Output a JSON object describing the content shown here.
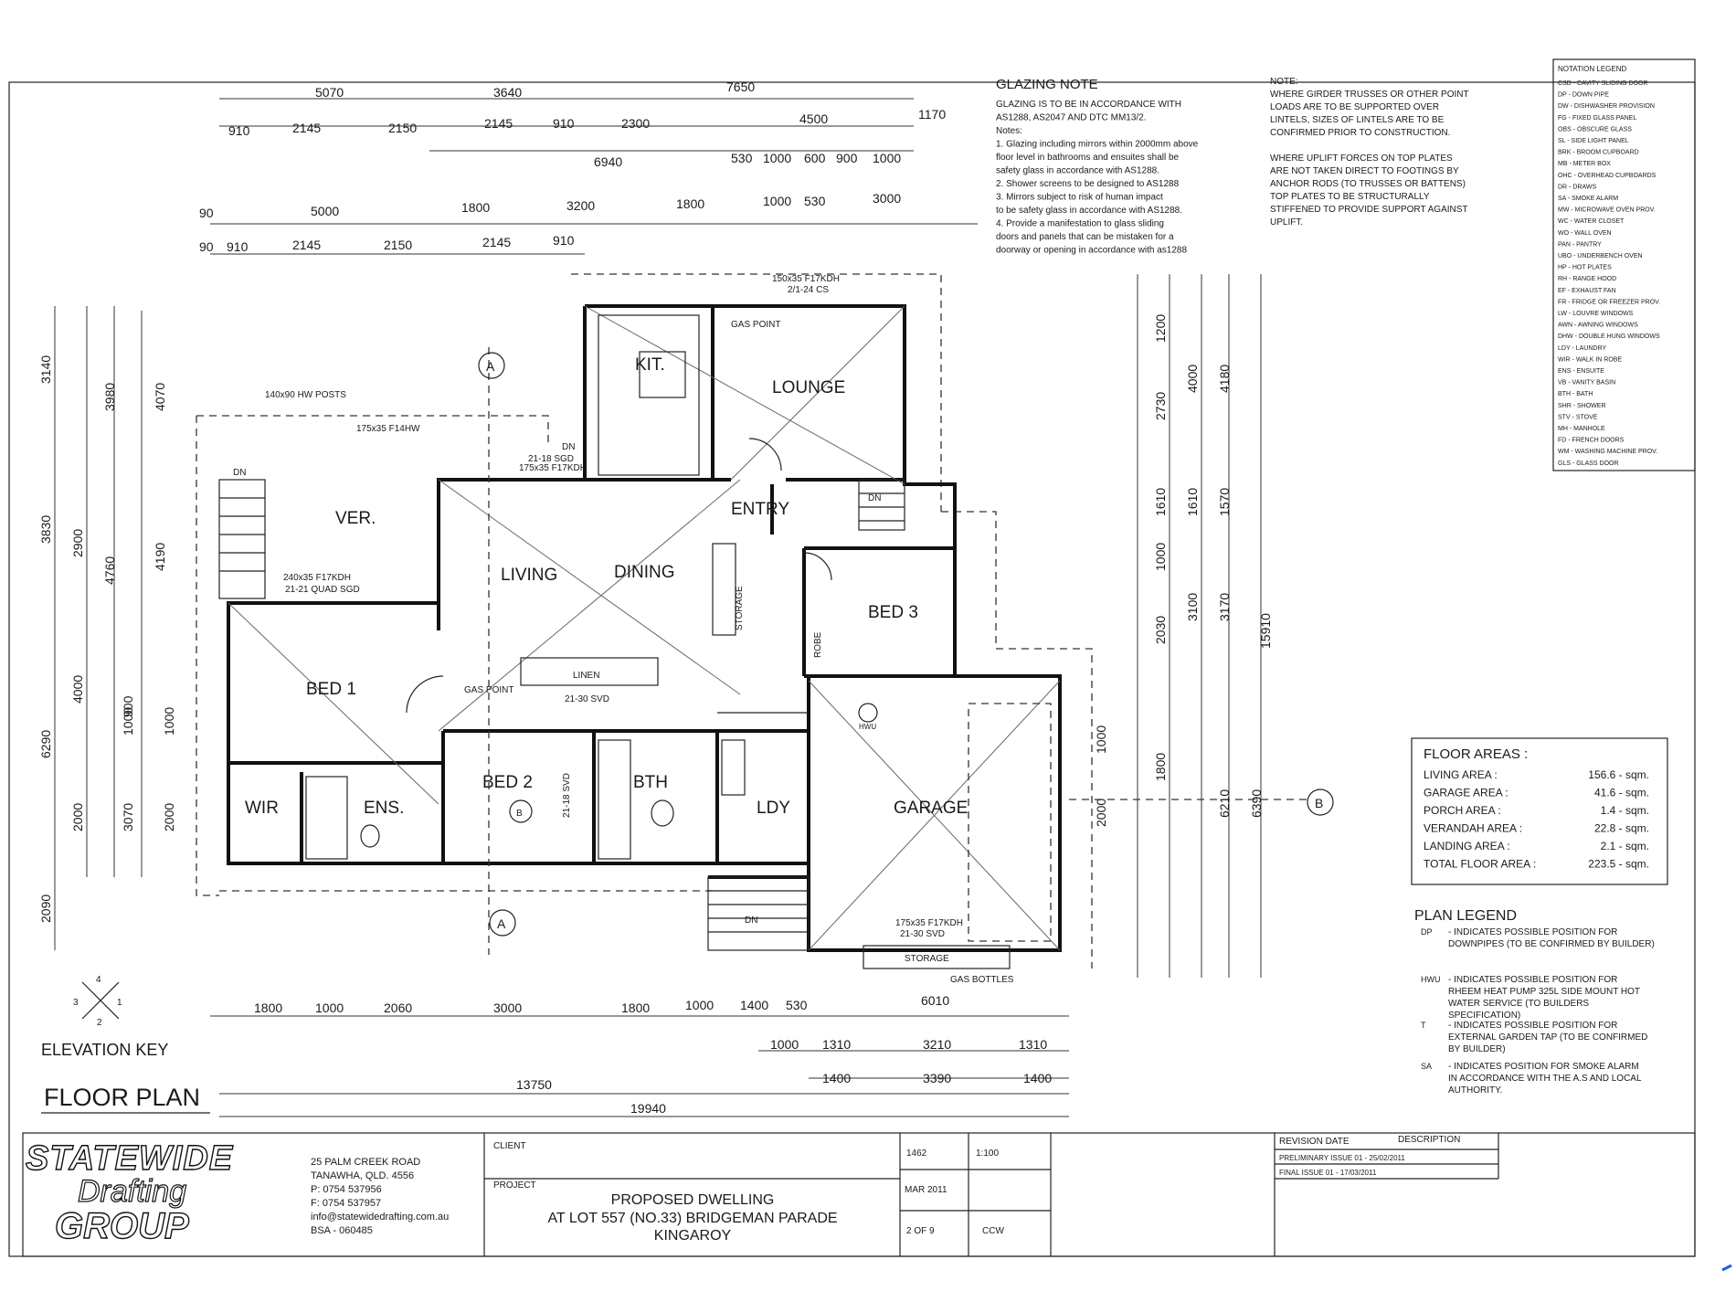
{
  "sheet_title": "FLOOR PLAN",
  "elevation_key": {
    "label": "ELEVATION KEY",
    "n1": "1",
    "n2": "2",
    "n3": "3",
    "n4": "4"
  },
  "rooms": {
    "lounge": "LOUNGE",
    "kit": "KIT.",
    "entry": "ENTRY",
    "living": "LIVING",
    "dining": "DINING",
    "ver": "VER.",
    "bed1": "BED 1",
    "bed2": "BED 2",
    "bed3": "BED 3",
    "garage": "GARAGE",
    "wir": "WIR",
    "ens": "ENS.",
    "bth": "BTH",
    "ldy": "LDY",
    "linen": "LINEN",
    "storage": "STORAGE",
    "storage_v": "STORAGE",
    "robe": "ROBE",
    "gas_point": "GAS POINT",
    "gas_point2": "GAS POINT",
    "gas_bottles": "GAS BOTTLES",
    "dn": "DN",
    "dn2": "DN",
    "dn3": "DN",
    "dn4": "DN",
    "section_a": "A",
    "section_b": "B"
  },
  "annotations": {
    "posts": "140x90 HW POSTS",
    "beam1": "175x35 F14HW",
    "door1": "21-18 SGD",
    "door1b": "175x35 F17KDH",
    "top_lintel": "150x35 F17KDH",
    "top_lintel2": "2/1-24 CS",
    "living_lintel": "240x35 F17KDH",
    "living_door": "21-21 QUAD SGD",
    "linen_door": "21-30 SVD",
    "window_bed2": "21-18 SVD",
    "garage_door": "21-30 SVD",
    "garage_lintel": "175x35 F17KDH",
    "hwu_label": "HWU"
  },
  "dims_top": {
    "row1": [
      "5070",
      "3640",
      "7650"
    ],
    "row2": [
      "910",
      "2145",
      "2150",
      "2145",
      "910",
      "2300",
      "4500",
      "1170"
    ],
    "row2b": [
      "6940",
      "530",
      "1000",
      "600",
      "900",
      "1000"
    ],
    "row3": [
      "90",
      "5000",
      "1800",
      "3200",
      "1800",
      "1000",
      "530",
      "3000"
    ],
    "row4": [
      "90",
      "910",
      "2145",
      "2150",
      "2145",
      "910"
    ]
  },
  "dims_bottom": {
    "row1": [
      "1800",
      "1000",
      "2060",
      "3000",
      "1800",
      "1000",
      "1400",
      "530",
      "6010"
    ],
    "row2": [
      "1000",
      "1310",
      "3210",
      "1310"
    ],
    "row3": [
      "1400",
      "3390",
      "1400"
    ],
    "overall1": "13750",
    "overall2": "19940"
  },
  "dims_left": {
    "a": [
      "3140",
      "3980",
      "4070"
    ],
    "b": [
      "3830",
      "2900",
      "4760",
      "4190"
    ],
    "c": [
      "6290",
      "4000",
      "1000",
      "900",
      "1000",
      "2000",
      "3070",
      "2000"
    ],
    "d": "2090"
  },
  "dims_right": {
    "a": [
      "1200",
      "2730",
      "4000",
      "4180"
    ],
    "b": [
      "1610",
      "1610",
      "1570"
    ],
    "c": [
      "1000",
      "2030",
      "3100",
      "3170"
    ],
    "d": [
      "15910",
      "6210",
      "6390",
      "1800",
      "1000",
      "2000"
    ]
  },
  "glazing_note": {
    "title": "GLAZING NOTE",
    "lines": [
      "GLAZING IS TO BE IN ACCORDANCE WITH",
      "AS1288, AS2047 AND DTC MM13/2.",
      "Notes:",
      "1. Glazing including mirrors within 2000mm above",
      "floor level in bathrooms and ensuites shall be",
      "safety glass in accordance with AS1288.",
      "2. Shower screens to be designed to AS1288",
      "3. Mirrors subject to risk of human impact",
      "to be safety glass in accordance with AS1288.",
      "4. Provide a manifestation to glass sliding",
      "doors and panels that can be mistaken for a",
      "doorway or opening in accordance with as1288"
    ]
  },
  "girder_note": {
    "title": "NOTE:",
    "lines": [
      "WHERE GIRDER TRUSSES OR OTHER POINT",
      "LOADS ARE TO BE SUPPORTED OVER",
      "LINTELS, SIZES OF LINTELS ARE TO BE",
      "CONFIRMED PRIOR TO CONSTRUCTION.",
      "",
      "WHERE UPLIFT FORCES ON TOP PLATES",
      "ARE NOT TAKEN DIRECT TO FOOTINGS BY",
      "ANCHOR RODS (TO TRUSSES OR BATTENS)",
      "TOP PLATES TO BE STRUCTURALLY",
      "STIFFENED TO PROVIDE SUPPORT AGAINST",
      "UPLIFT."
    ]
  },
  "notation_legend": {
    "title": "NOTATION LEGEND",
    "items": [
      "CSD - CAVITY SLIDING DOOR",
      "DP - DOWN PIPE",
      "DW - DISHWASHER PROVISION",
      "FG - FIXED GLASS PANEL",
      "OBS - OBSCURE GLASS",
      "SL - SIDE LIGHT PANEL",
      "BRK - BROOM CUPBOARD",
      "MB - METER BOX",
      "OHC - OVERHEAD CUPBOARDS",
      "DR - DRAWS",
      "SA - SMOKE ALARM",
      "MW - MICROWAVE OVEN PROV.",
      "WC - WATER CLOSET",
      "WO - WALL OVEN",
      "PAN - PANTRY",
      "UBO - UNDERBENCH OVEN",
      "HP - HOT PLATES",
      "RH - RANGE HOOD",
      "EF - EXHAUST FAN",
      "FR - FRIDGE OR FREEZER PROV.",
      "LW - LOUVRE WINDOWS",
      "AWN - AWNING WINDOWS",
      "DHW - DOUBLE HUNG WINDOWS",
      "LDY - LAUNDRY",
      "WIR - WALK IN ROBE",
      "ENS - ENSUITE",
      "VB - VANITY BASIN",
      "BTH - BATH",
      "SHR - SHOWER",
      "STV - STOVE",
      "MH - MANHOLE",
      "FD - FRENCH DOORS",
      "WM - WASHING MACHINE PROV.",
      "GLS - GLASS DOOR"
    ]
  },
  "floor_areas": {
    "title": "FLOOR AREAS :",
    "rows": [
      {
        "label": "LIVING AREA :",
        "value": "156.6 - sqm."
      },
      {
        "label": "GARAGE AREA :",
        "value": "41.6 - sqm."
      },
      {
        "label": "PORCH AREA :",
        "value": "1.4 - sqm."
      },
      {
        "label": "VERANDAH AREA :",
        "value": "22.8 - sqm."
      },
      {
        "label": "LANDING AREA :",
        "value": "2.1 - sqm."
      },
      {
        "label": "TOTAL FLOOR AREA :",
        "value": "223.5 - sqm."
      }
    ]
  },
  "plan_legend": {
    "title": "PLAN LEGEND",
    "items": [
      {
        "symbol": "DP",
        "text": "- INDICATES POSSIBLE POSITION FOR DOWNPIPES (TO BE CONFIRMED BY BUILDER)"
      },
      {
        "symbol": "HWU",
        "text": "- INDICATES POSSIBLE POSITION FOR RHEEM HEAT PUMP 325L SIDE MOUNT HOT WATER SERVICE (TO BUILDERS SPECIFICATION)"
      },
      {
        "symbol": "T",
        "text": "- INDICATES POSSIBLE POSITION FOR EXTERNAL GARDEN TAP (TO BE CONFIRMED BY BUILDER)"
      },
      {
        "symbol": "SA",
        "text": "- INDICATES POSITION FOR SMOKE ALARM IN ACCORDANCE WITH THE A.S AND LOCAL AUTHORITY."
      }
    ]
  },
  "title_block": {
    "company_line1": "STATEWIDE",
    "company_line2": "Drafting",
    "company_line3": "GROUP",
    "address": [
      "25 PALM CREEK ROAD",
      "TANAWHA, QLD. 4556",
      "P: 0754 537956",
      "F: 0754 537957",
      "info@statewidedrafting.com.au",
      "BSA - 060485"
    ],
    "client_label": "CLIENT",
    "project_label": "PROJECT",
    "project_lines": [
      "PROPOSED DWELLING",
      "AT LOT 557 (NO.33) BRIDGEMAN PARADE",
      "KINGAROY"
    ],
    "job_no": "1462",
    "scale": "1:100",
    "date": "MAR 2011",
    "sheet": "2 OF 9",
    "drawn": "CCW",
    "revision_header": "REVISION DATE",
    "description_header": "DESCRIPTION",
    "revisions": [
      "PRELIMINARY ISSUE 01 - 25/02/2011",
      "FINAL ISSUE 01 - 17/03/2011"
    ]
  }
}
